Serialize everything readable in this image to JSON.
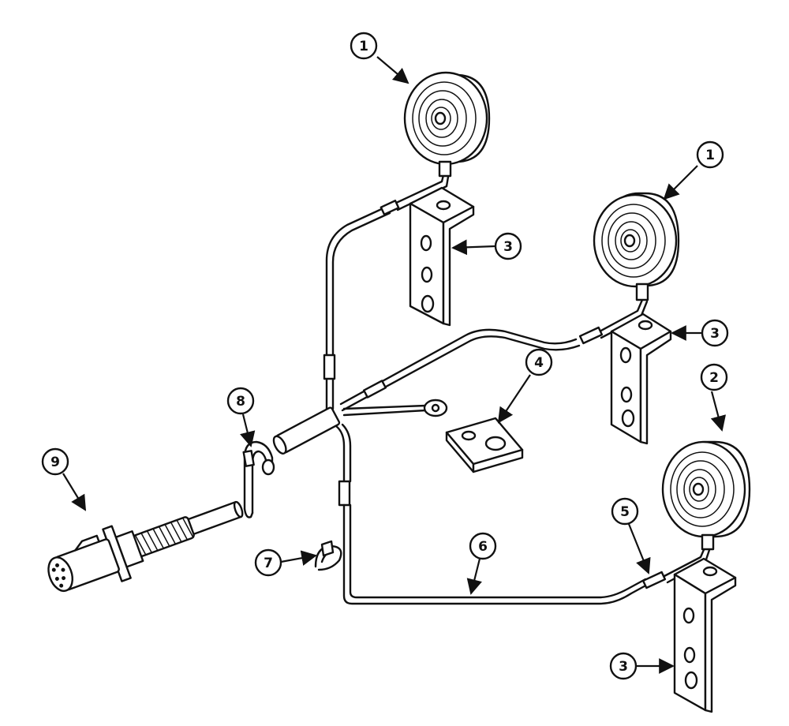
{
  "diagram": {
    "callouts": [
      {
        "id": "callout-1a",
        "label": "1",
        "part": "lamp"
      },
      {
        "id": "callout-1b",
        "label": "1",
        "part": "lamp"
      },
      {
        "id": "callout-2",
        "label": "2",
        "part": "lamp"
      },
      {
        "id": "callout-3a",
        "label": "3",
        "part": "bracket"
      },
      {
        "id": "callout-3b",
        "label": "3",
        "part": "bracket"
      },
      {
        "id": "callout-3c",
        "label": "3",
        "part": "bracket"
      },
      {
        "id": "callout-4",
        "label": "4",
        "part": "plate"
      },
      {
        "id": "callout-5",
        "label": "5",
        "part": "connector-sleeve"
      },
      {
        "id": "callout-6",
        "label": "6",
        "part": "wire-harness"
      },
      {
        "id": "callout-7",
        "label": "7",
        "part": "clip"
      },
      {
        "id": "callout-8",
        "label": "8",
        "part": "clip"
      },
      {
        "id": "callout-9",
        "label": "9",
        "part": "plug"
      }
    ]
  }
}
